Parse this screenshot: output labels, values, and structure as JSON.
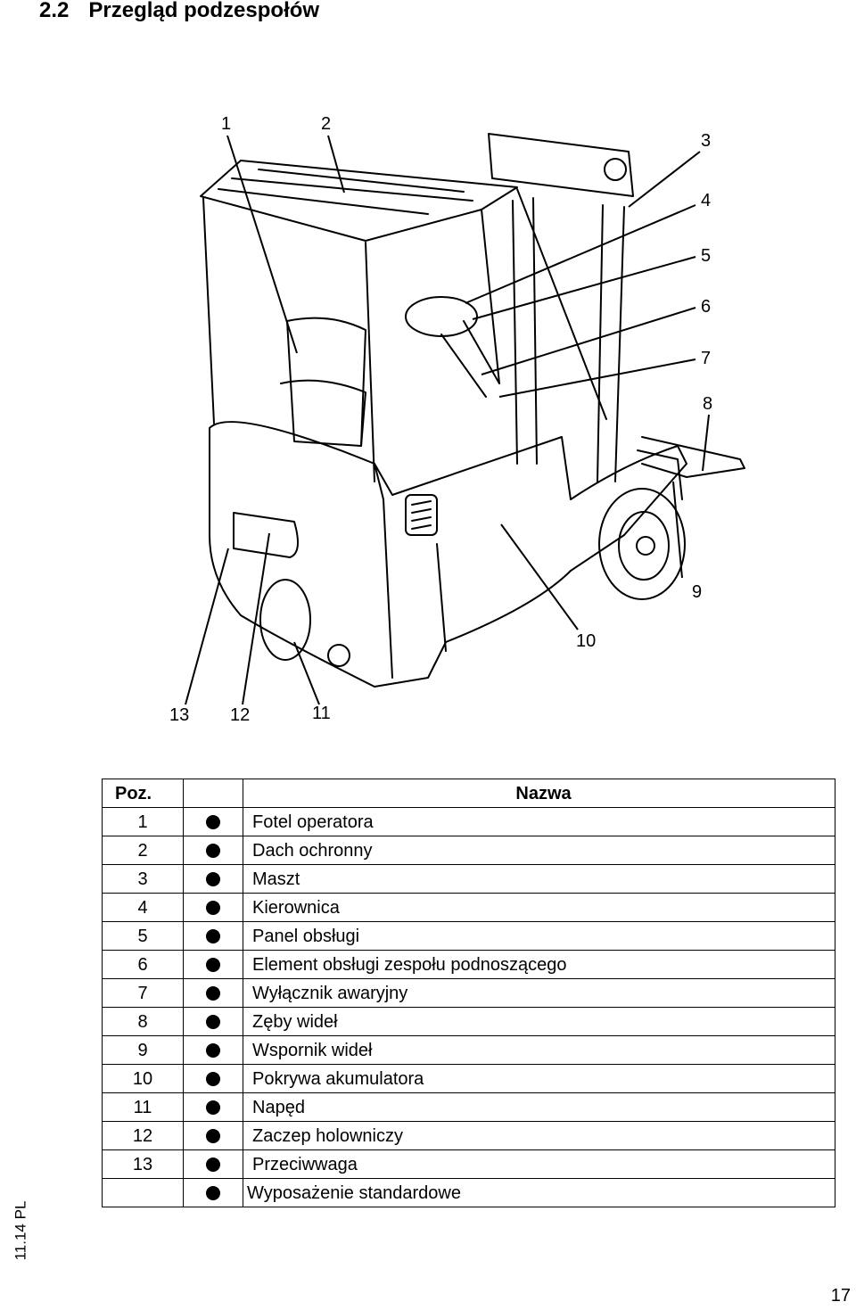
{
  "section": {
    "number": "2.2",
    "title": "Przegląd podzespołów"
  },
  "callouts": [
    "1",
    "2",
    "3",
    "4",
    "5",
    "6",
    "7",
    "8",
    "9",
    "10",
    "11",
    "12",
    "13"
  ],
  "table": {
    "headers": {
      "pos": "Poz.",
      "name": "Nazwa"
    },
    "rows": [
      {
        "pos": "1",
        "name": "Fotel operatora"
      },
      {
        "pos": "2",
        "name": "Dach ochronny"
      },
      {
        "pos": "3",
        "name": "Maszt"
      },
      {
        "pos": "4",
        "name": "Kierownica"
      },
      {
        "pos": "5",
        "name": "Panel obsługi"
      },
      {
        "pos": "6",
        "name": "Element obsługi zespołu podnoszącego"
      },
      {
        "pos": "7",
        "name": "Wyłącznik awaryjny"
      },
      {
        "pos": "8",
        "name": "Zęby wideł"
      },
      {
        "pos": "9",
        "name": "Wspornik wideł"
      },
      {
        "pos": "10",
        "name": "Pokrywa akumulatora"
      },
      {
        "pos": "11",
        "name": "Napęd"
      },
      {
        "pos": "12",
        "name": "Zaczep holowniczy"
      },
      {
        "pos": "13",
        "name": "Przeciwwaga"
      }
    ],
    "legend_row": {
      "pos": "",
      "name": "Wyposażenie standardowe"
    }
  },
  "footer": {
    "edition": "11.14 PL",
    "page": "17"
  }
}
